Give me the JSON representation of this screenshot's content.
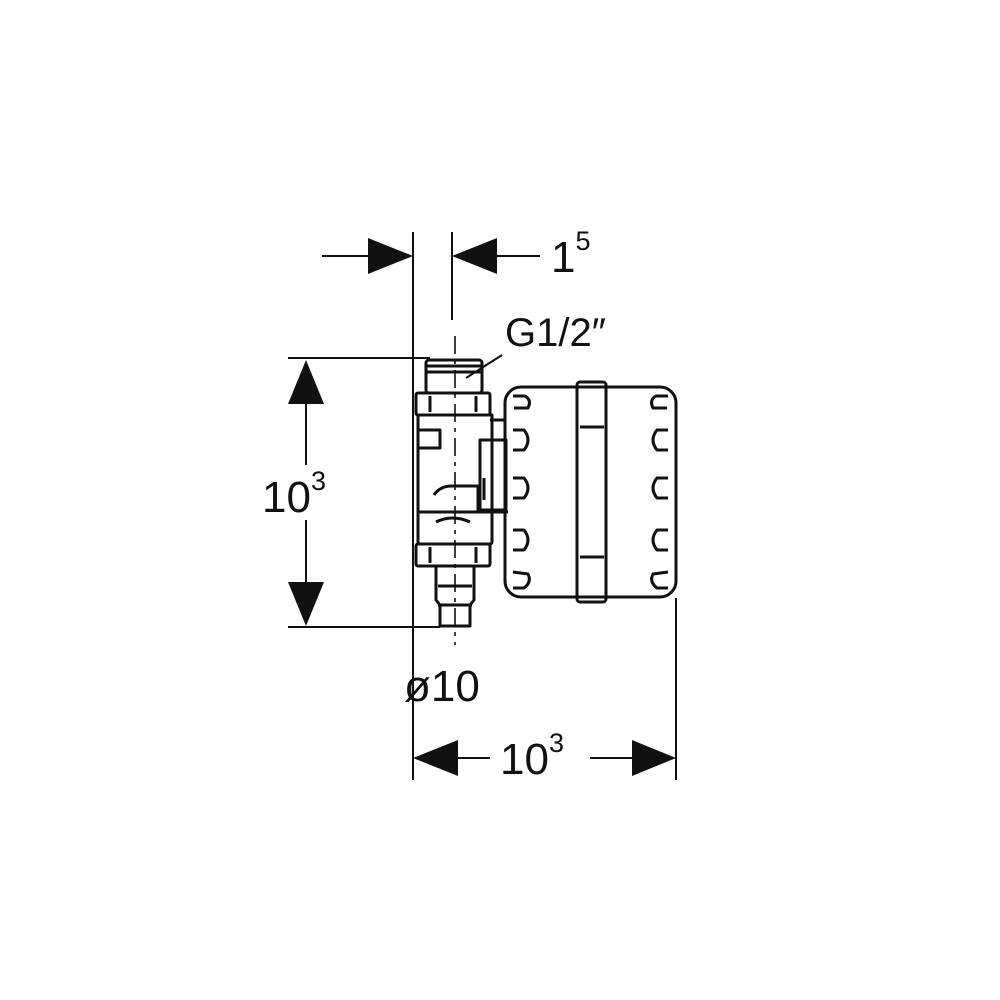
{
  "dimensions": {
    "offset_top": {
      "base": "1",
      "sup": "5"
    },
    "height_left": {
      "base": "10",
      "sup": "3"
    },
    "width_bottom": {
      "base": "10",
      "sup": "3"
    },
    "thread_label": "G1/2″",
    "diameter_label": "ø10"
  },
  "colors": {
    "line": "#111111",
    "background": "#ffffff"
  }
}
